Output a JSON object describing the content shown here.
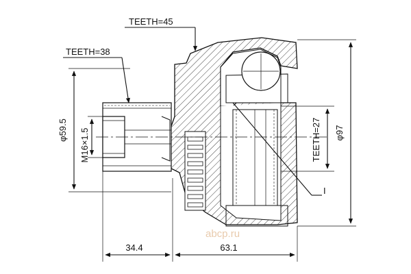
{
  "drawing": {
    "labels": {
      "teeth_outer": "TEETH=45",
      "teeth_shaft": "TEETH=38",
      "teeth_inner": "TEETH=27",
      "dia_shaft": "φ59.5",
      "thread": "M16×1.5",
      "dia_outer": "φ97",
      "len_shaft": "34.4",
      "len_total": "63.1",
      "section_mark": "I"
    },
    "watermark": "abcp.ru",
    "colors": {
      "line": "#111111",
      "hatch": "#111111",
      "watermark": "#d7a06a"
    }
  }
}
